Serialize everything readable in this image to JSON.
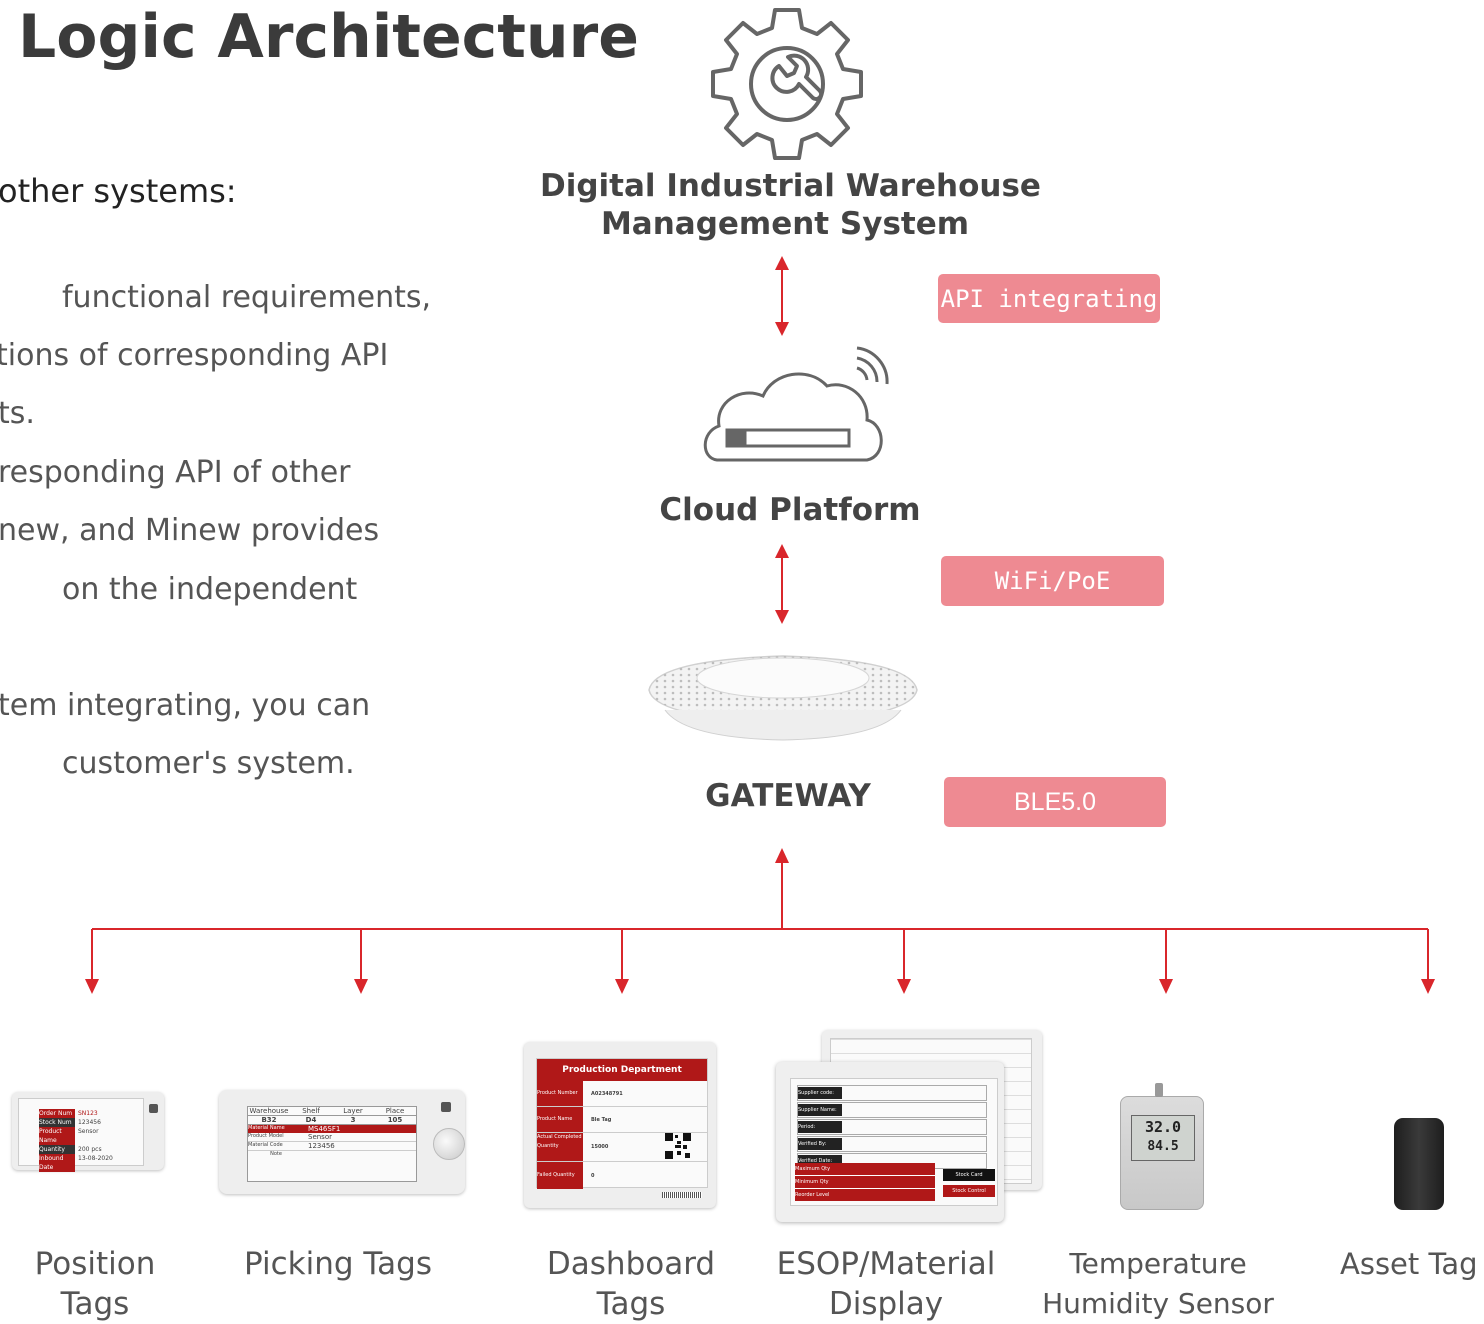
{
  "title": "Logic Architecture",
  "subheading": "other systems:",
  "body_lines": [
    "functional requirements,",
    "tions of corresponding API",
    "ts.",
    "responding API of other",
    "new, and Minew provides",
    "on the independent",
    "tem integrating, you can",
    "customer's system."
  ],
  "nodes": {
    "wms_line1": "Digital Industrial Warehouse",
    "wms_line2": "Management System",
    "cloud": "Cloud Platform",
    "gateway": "GATEWAY"
  },
  "badges": {
    "api": "API integrating",
    "wifi": "WiFi/PoE",
    "ble": "BLE5.0"
  },
  "colors": {
    "accent": "#d9262b",
    "badge": "#ee8a92",
    "icon": "#666666"
  },
  "devices": [
    {
      "line1": "Position",
      "line2": "Tags"
    },
    {
      "line1": "Picking Tags",
      "line2": ""
    },
    {
      "line1": "Dashboard",
      "line2": "Tags"
    },
    {
      "line1": "ESOP/Material",
      "line2": "Display"
    },
    {
      "line1": "Temperature",
      "line2": "Humidity Sensor"
    },
    {
      "line1": "Asset Tag",
      "line2": ""
    }
  ],
  "device_screens": {
    "position": {
      "rows": [
        [
          "Order Num",
          "SN123"
        ],
        [
          "Stock Num",
          "123456"
        ],
        [
          "Product Name",
          "Sensor"
        ],
        [
          "Quantity",
          "200 pcs"
        ],
        [
          "Inbound Date",
          "13-08-2020"
        ]
      ]
    },
    "picking": {
      "headers": [
        "Warehouse",
        "Shelf",
        "Layer",
        "Place"
      ],
      "values": [
        "B32",
        "D4",
        "3",
        "105"
      ],
      "rows": [
        [
          "Material Name",
          "MS46SF1"
        ],
        [
          "Product Model",
          "Sensor"
        ],
        [
          "Material Code",
          "123456"
        ],
        [
          "Note",
          ""
        ]
      ]
    },
    "dashboard": {
      "header": "Production Department",
      "rows": [
        [
          "Product Number",
          "A02348791"
        ],
        [
          "Product Name",
          "Ble Tag"
        ],
        [
          "Actual Completed Quantity",
          "15000"
        ],
        [
          "Failed Quantity",
          "0"
        ]
      ]
    },
    "esop": {
      "rows": [
        "Supplier code:",
        "Supplier Name:",
        "Period:",
        "Verified By:",
        "Verified Date:"
      ],
      "red_rows": [
        "Maximum Qty",
        "Minimum Qty",
        "Reorder Level"
      ],
      "buttons": [
        "Stock Card",
        "Stock Control"
      ]
    },
    "sensor": {
      "temp": "32.0",
      "humidity": "84.5"
    }
  }
}
